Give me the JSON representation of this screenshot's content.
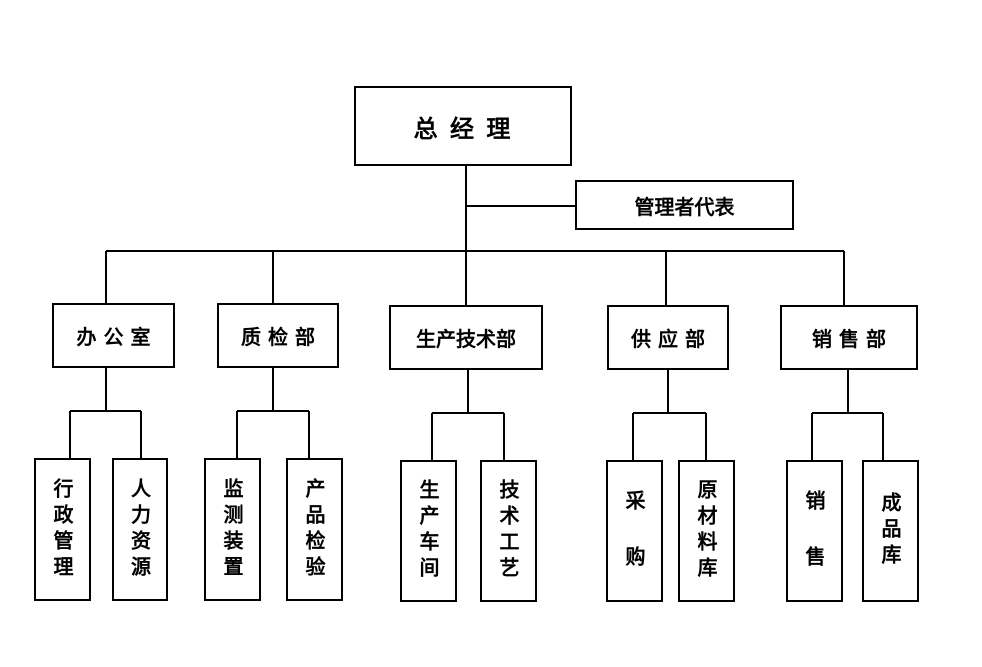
{
  "root": "总 经 理",
  "representative": "管理者代表",
  "departments": [
    {
      "label": "办 公 室",
      "children": [
        "行政管理",
        "人力资源"
      ]
    },
    {
      "label": "质 检 部",
      "children": [
        "监测装置",
        "产品检验"
      ]
    },
    {
      "label": "生产技术部",
      "children": [
        "生产车间",
        "技术工艺"
      ]
    },
    {
      "label": "供 应 部",
      "children": [
        "采 购",
        "原材料库"
      ]
    },
    {
      "label": "销 售 部",
      "children": [
        "销 售",
        "成品库"
      ]
    }
  ]
}
